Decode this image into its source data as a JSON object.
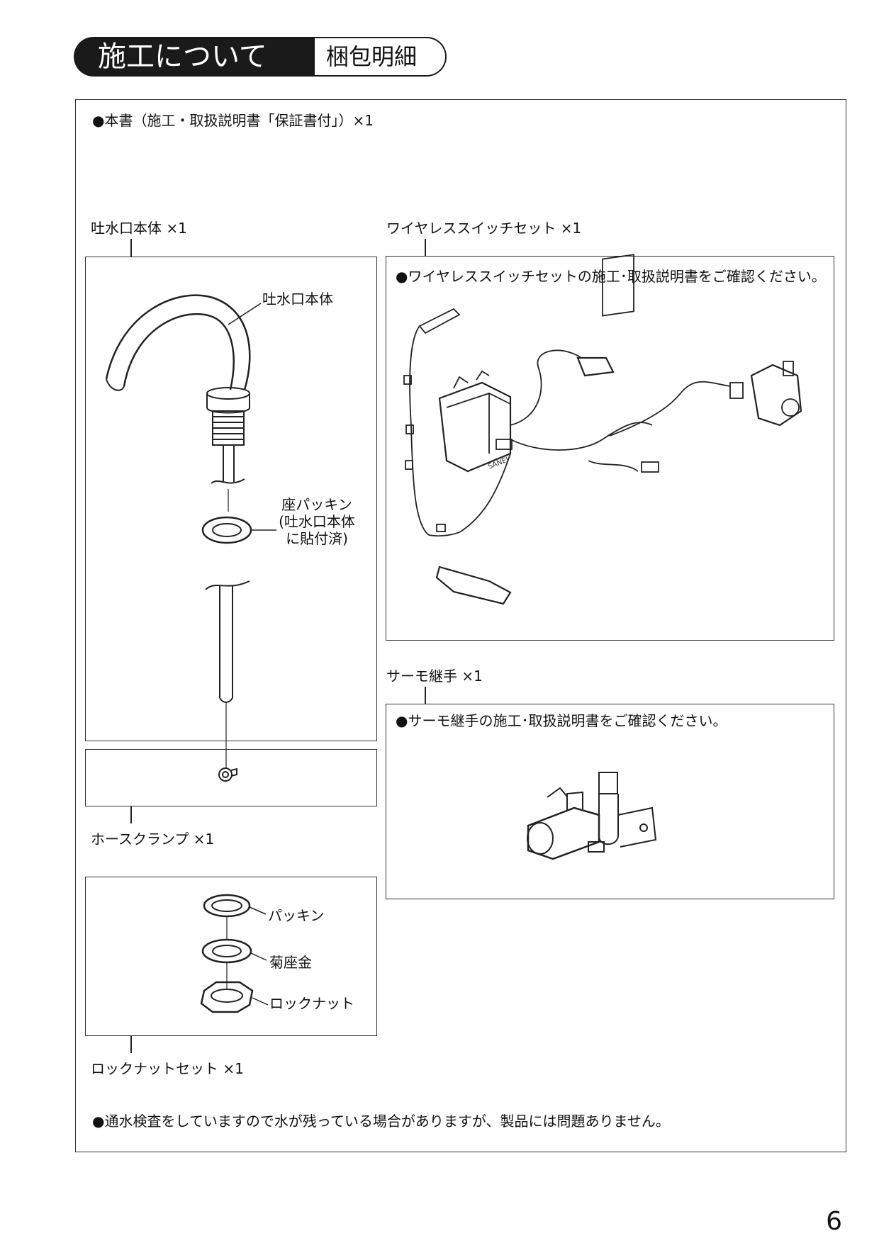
{
  "header": {
    "title": "施工について",
    "subtitle": "梱包明細"
  },
  "manual_note": "●本書（施工・取扱説明書「保証書付」）×1",
  "parts": {
    "spout": {
      "caption": "吐水口本体 ×1",
      "label_body": "吐水口本体",
      "label_packing": "座パッキン\n(吐水口本体\nに貼付済)"
    },
    "hose_clamp": {
      "caption": "ホースクランプ ×1"
    },
    "locknut_set": {
      "caption": "ロックナットセット ×1",
      "label_packing": "パッキン",
      "label_washer": "菊座金",
      "label_nut": "ロックナット"
    },
    "wireless_switch": {
      "caption": "ワイヤレススイッチセット ×1",
      "note": "●ワイヤレススイッチセットの施工･取扱説明書をご確認ください。",
      "brand_mark": "SANEI"
    },
    "thermo_joint": {
      "caption": "サーモ継手 ×1",
      "note": "●サーモ継手の施工･取扱説明書をご確認ください。"
    }
  },
  "footer_note": "●通水検査をしていますので水が残っている場合がありますが、製品には問題ありません。",
  "page_number": "6"
}
